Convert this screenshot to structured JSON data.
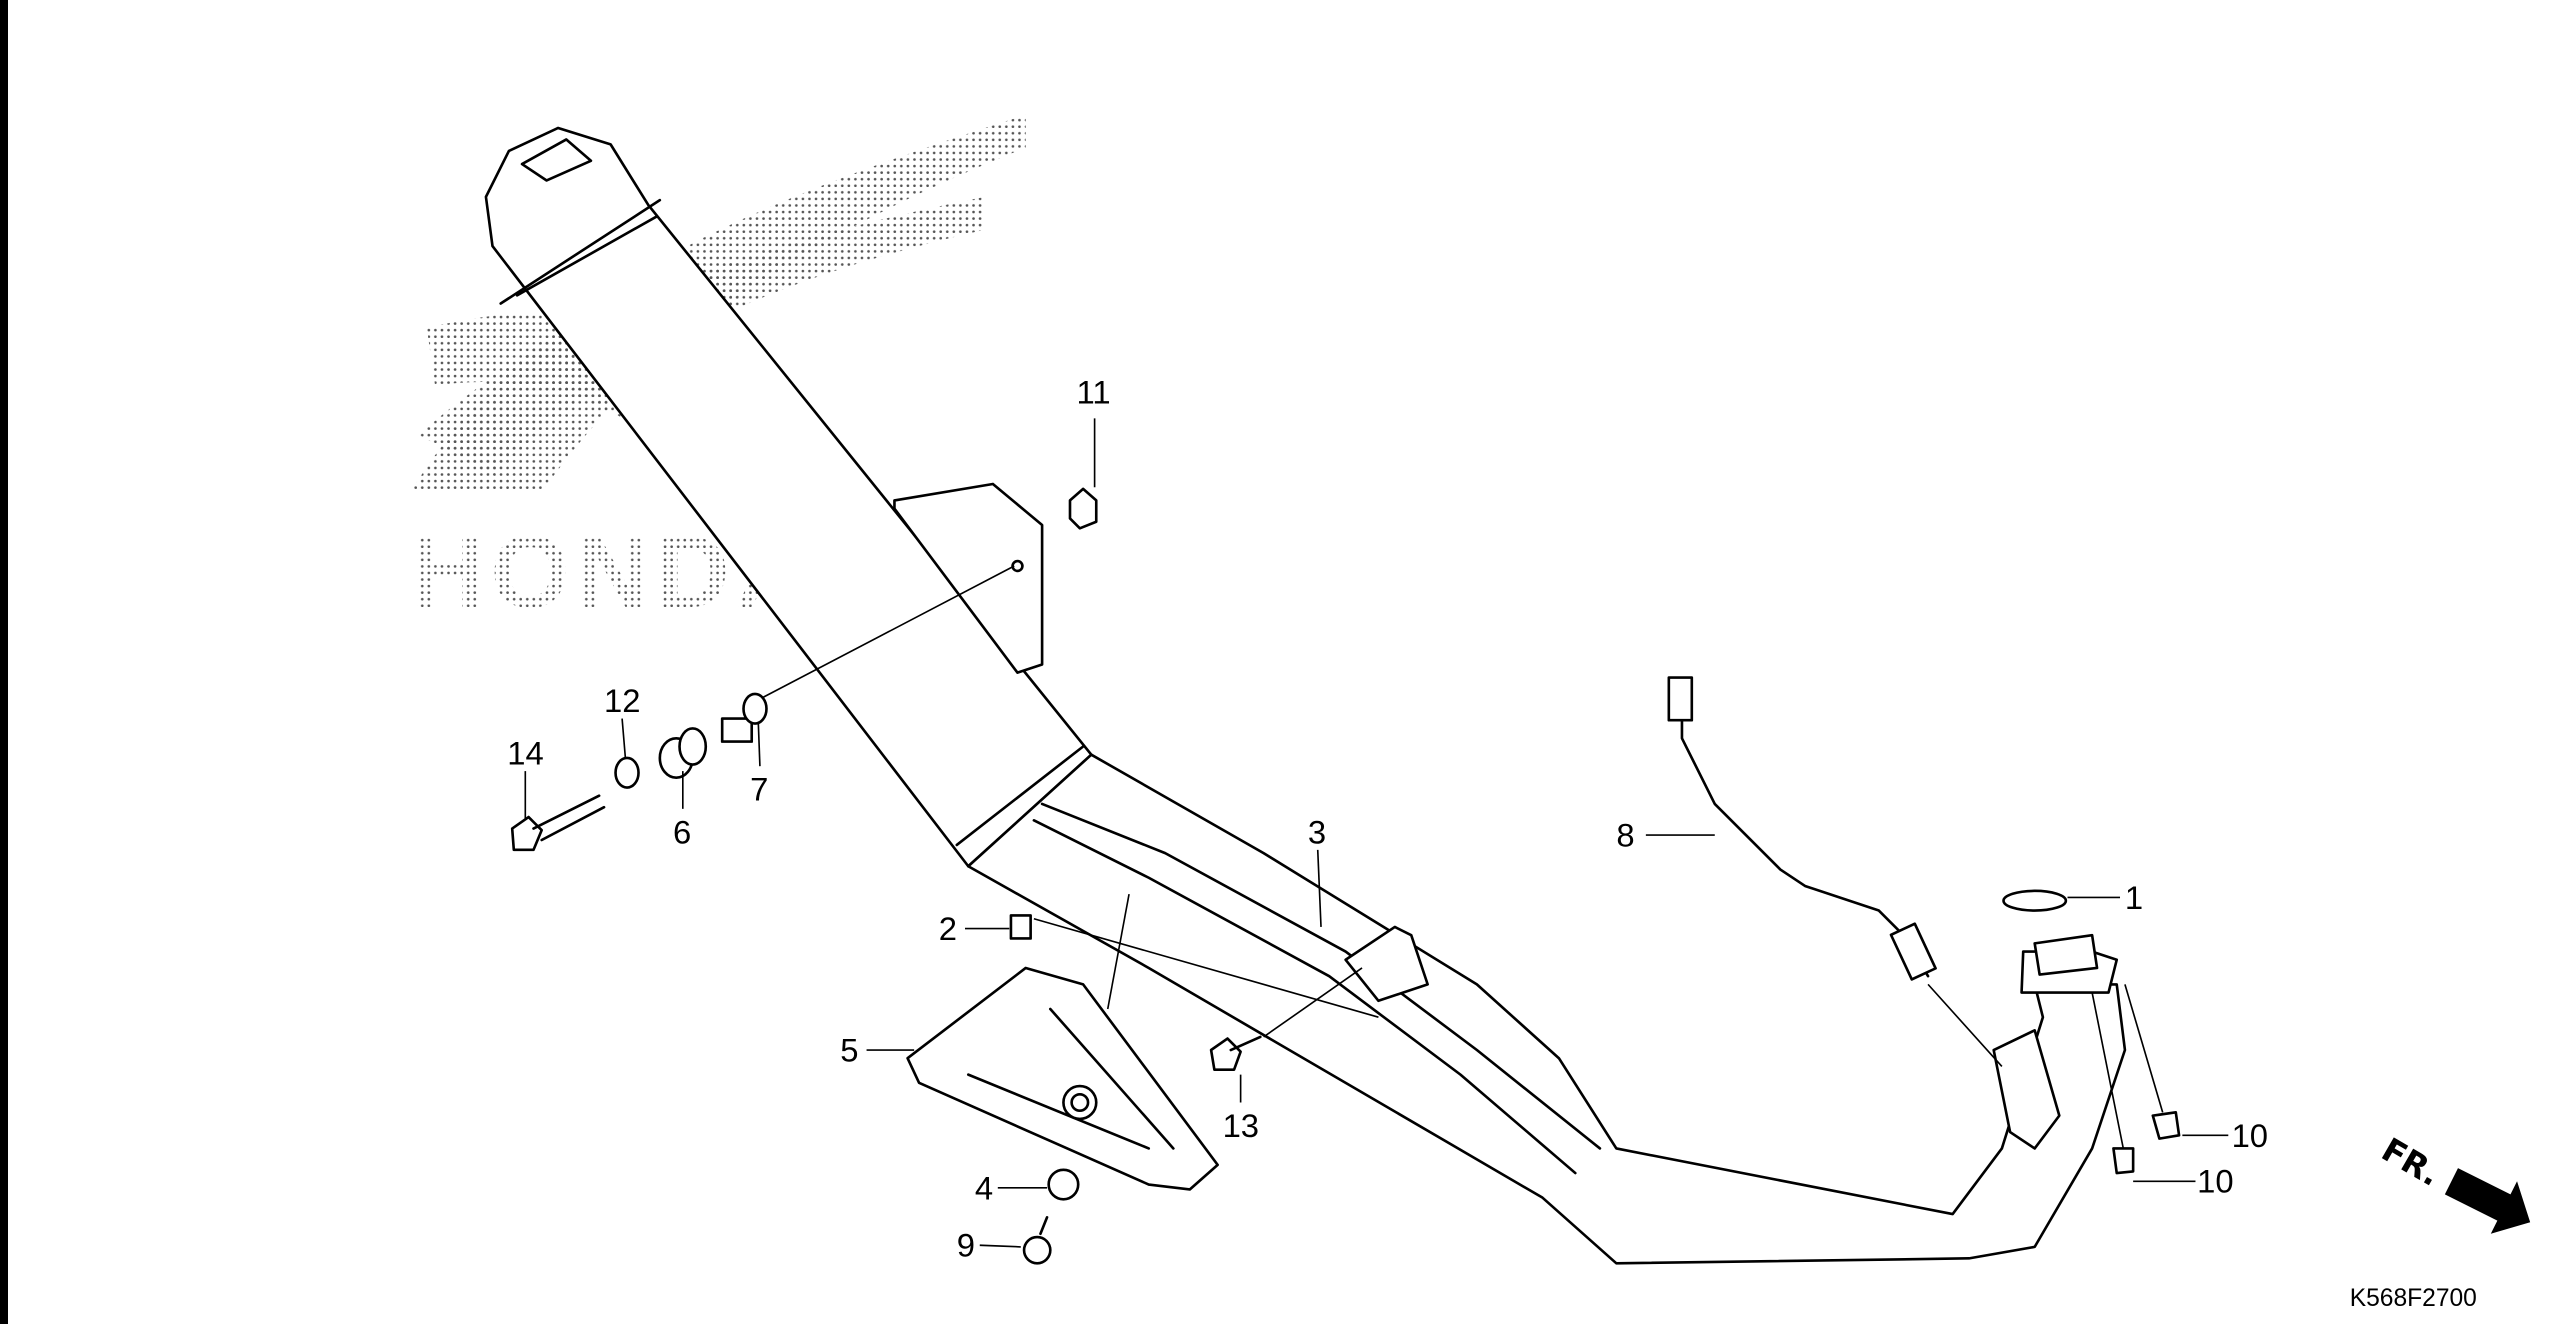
{
  "diagram": {
    "watermark_text": "HONDA",
    "drawing_code": "K568F2700",
    "front_indicator": "FR.",
    "callouts": {
      "c1": "1",
      "c2": "2",
      "c3": "3",
      "c4": "4",
      "c5": "5",
      "c6": "6",
      "c7": "7",
      "c8": "8",
      "c9": "9",
      "c10a": "10",
      "c10b": "10",
      "c11": "11",
      "c12": "12",
      "c13": "13",
      "c14": "14"
    }
  }
}
